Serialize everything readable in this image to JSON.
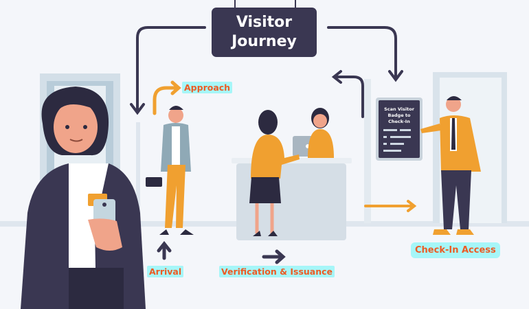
{
  "title": {
    "line1": "Visitor",
    "line2": "Journey"
  },
  "steps": {
    "approach": "Approach",
    "arrival": "Arrival",
    "verification": "Verification & Issuance",
    "checkin": "Check-In Access"
  },
  "kiosk": {
    "screen_text": "Scan Visitor Badge to Check-In"
  },
  "colors": {
    "navy": "#3a3752",
    "orange": "#f0a030",
    "label_bg": "#a6f6f8",
    "label_text": "#ec5b24",
    "background": "#f4f6fa"
  }
}
